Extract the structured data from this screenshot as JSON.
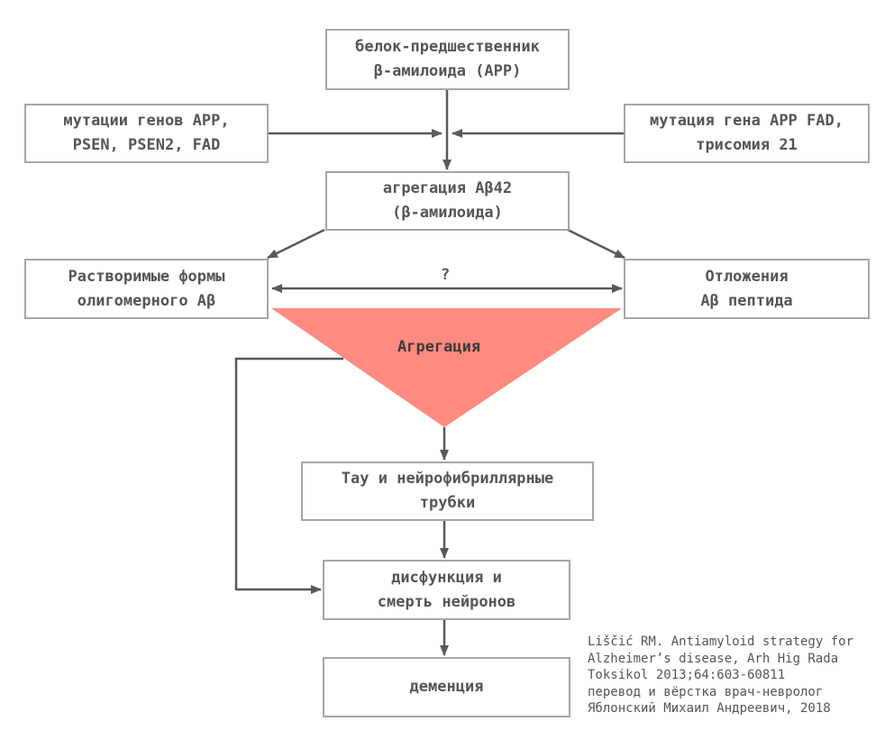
{
  "colors": {
    "arrow": "#595959",
    "box_border": "#a6a6a6",
    "triangle": "#ff8a80",
    "text": "#555555"
  },
  "nodes": {
    "app": {
      "lines": [
        "белок-предшественник",
        "β-амилоида (APP)"
      ]
    },
    "mutations_left": {
      "lines": [
        "мутации генов APP,",
        "PSEN, PSEN2, FAD"
      ]
    },
    "mutation_right": {
      "lines": [
        "мутация гена APP FAD,",
        "трисомия 21"
      ]
    },
    "aggregation_ab42": {
      "lines": [
        "агрегация Aβ42",
        "(β-амилоида)"
      ]
    },
    "soluble_forms": {
      "lines": [
        "Растворимые формы",
        "олигомерного Aβ"
      ]
    },
    "deposits": {
      "lines": [
        "Отложения",
        "Aβ пептида"
      ]
    },
    "tau": {
      "lines": [
        "Тау и нейрофибриллярные",
        "трубки"
      ]
    },
    "dysfunction": {
      "lines": [
        "дисфункция и",
        "смерть нейронов"
      ]
    },
    "dementia": {
      "lines": [
        "деменция"
      ]
    }
  },
  "labels": {
    "question": "?",
    "triangle": "Агрегация"
  },
  "credits": [
    "Liščić RM. Antiamyloid strategy for",
    "Alzheimer’s disease, Arh Hig Rada",
    "Toksikol 2013;64:603-60811",
    "перевод и вёрстка врач-невролог",
    "Яблонский Михаил Андреевич, 2018"
  ]
}
